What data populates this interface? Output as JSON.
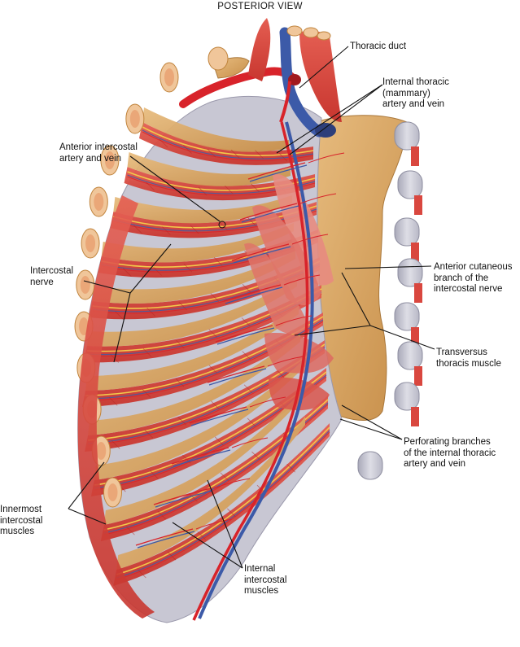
{
  "title": "POSTERIOR VIEW",
  "labels": {
    "thoracic_duct": [
      "Thoracic duct"
    ],
    "internal_thoracic": [
      "Internal thoracic",
      "(mammary)",
      "artery and vein"
    ],
    "anterior_intercostal": [
      "Anterior intercostal",
      "artery and vein"
    ],
    "intercostal_nerve": [
      "Intercostal",
      "nerve"
    ],
    "anterior_cutaneous": [
      "Anterior cutaneous",
      "branch of the",
      "intercostal nerve"
    ],
    "transversus_thoracis": [
      "Transversus",
      "thoracis muscle"
    ],
    "perforating_branches": [
      "Perforating branches",
      "of the internal thoracic",
      "artery and vein"
    ],
    "innermost_intercostal": [
      "Innermost",
      "intercostal",
      "muscles"
    ],
    "internal_intercostal": [
      "Internal",
      "intercostal",
      "muscles"
    ]
  },
  "colors": {
    "muscle": "#d9473f",
    "muscle_light": "#ec8a82",
    "bone": "#dca766",
    "bone_dark": "#b8823f",
    "cartilage": "#c9cad3",
    "artery": "#d8232a",
    "vein": "#3c5aa8",
    "nerve": "#f2c84b"
  }
}
